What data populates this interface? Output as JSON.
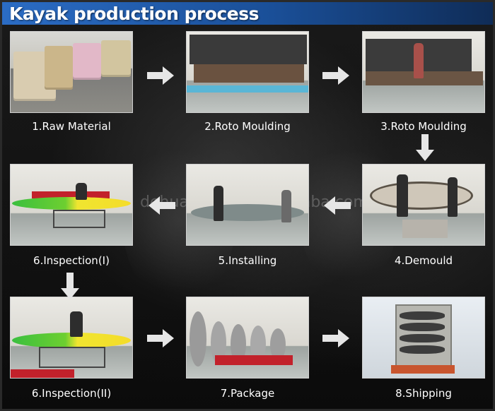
{
  "title": "Kayak production process",
  "watermark": "dehuangroup.en.alibaba.com",
  "steps": [
    {
      "label": "1.Raw Material"
    },
    {
      "label": "2.Roto Moulding"
    },
    {
      "label": "3.Roto Moulding"
    },
    {
      "label": "4.Demould"
    },
    {
      "label": "5.Installing"
    },
    {
      "label": "6.Inspection(I)"
    },
    {
      "label": "6.Inspection(II)"
    },
    {
      "label": "7.Package"
    },
    {
      "label": "8.Shipping"
    }
  ],
  "colors": {
    "title_bar": "#2b6cc4",
    "arrow": "#e6e6e6",
    "background": "#0e0e0e"
  },
  "icons": {
    "flow_arrow": "arrow-icon"
  }
}
